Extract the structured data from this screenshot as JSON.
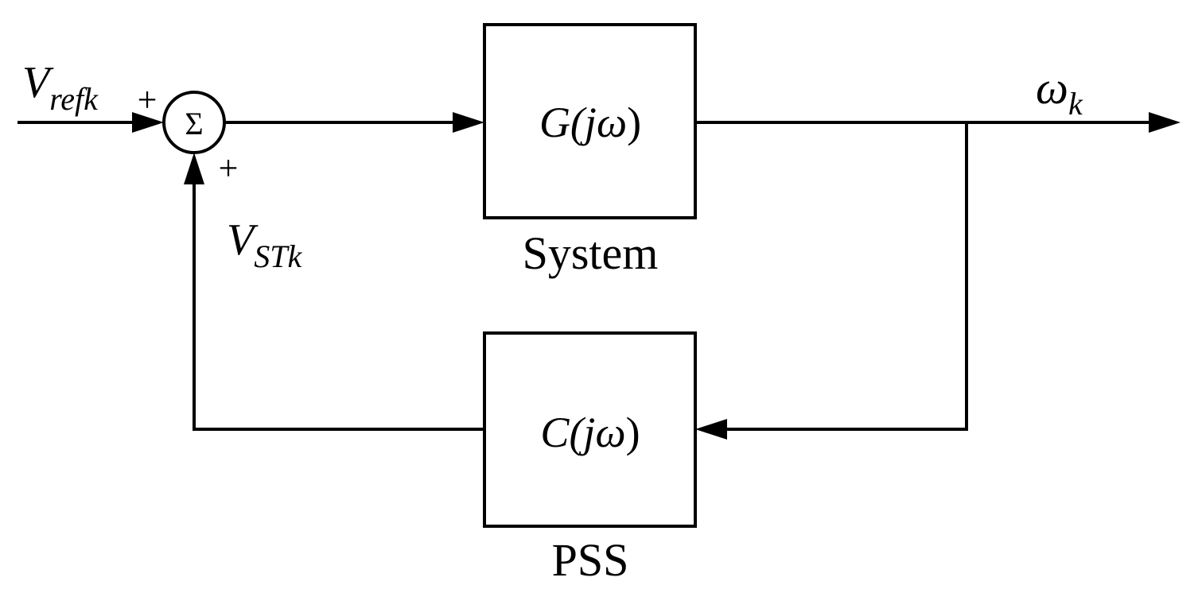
{
  "diagram": {
    "input": {
      "main": "V",
      "subscript": "refk",
      "sign": "+"
    },
    "feedback_signal": {
      "main": "V",
      "subscript": "STk",
      "sign": "+"
    },
    "summer_symbol": "Σ",
    "system_block": {
      "transfer_function": {
        "prefix": "G(",
        "var": "j",
        "omega": "ω",
        "suffix": ")"
      },
      "caption": "System"
    },
    "pss_block": {
      "transfer_function": {
        "prefix": "C(",
        "var": "j",
        "omega": "ω",
        "suffix": ")"
      },
      "caption": "PSS"
    },
    "output": {
      "main": "ω",
      "subscript": "k"
    },
    "colors": {
      "line": "#000000",
      "background": "#ffffff"
    }
  }
}
